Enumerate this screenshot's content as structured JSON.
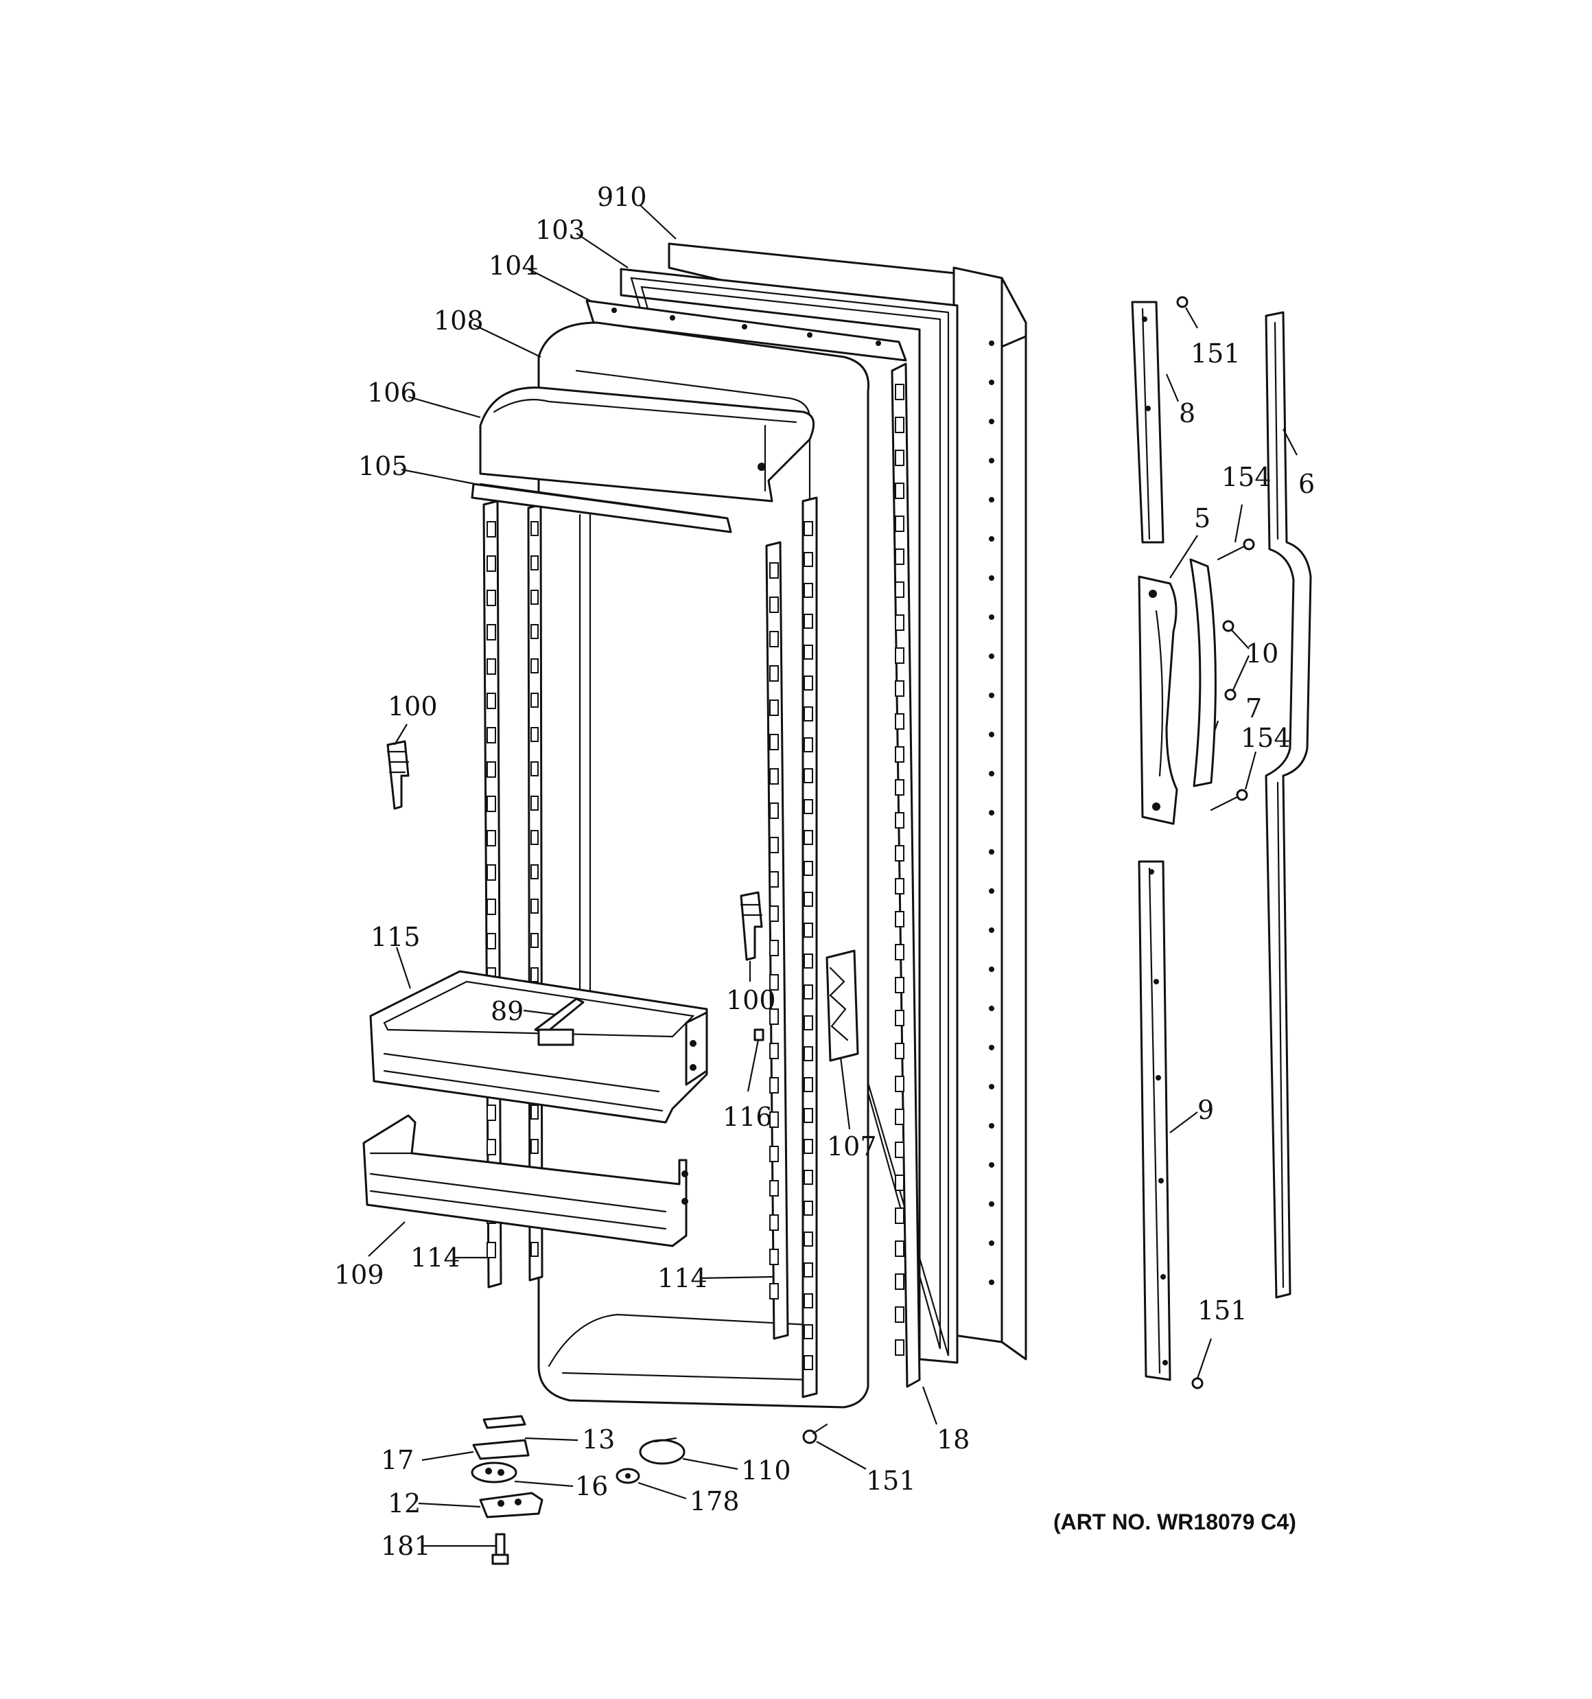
{
  "art_number": "(ART NO. WR18079 C4)",
  "callouts": [
    "910",
    "103",
    "104",
    "108",
    "106",
    "105",
    "100",
    "115",
    "89",
    "100",
    "116",
    "107",
    "109",
    "114",
    "114",
    "13",
    "17",
    "16",
    "12",
    "181",
    "110",
    "178",
    "151",
    "18",
    "151",
    "8",
    "154",
    "6",
    "5",
    "10",
    "7",
    "154",
    "9",
    "151"
  ]
}
